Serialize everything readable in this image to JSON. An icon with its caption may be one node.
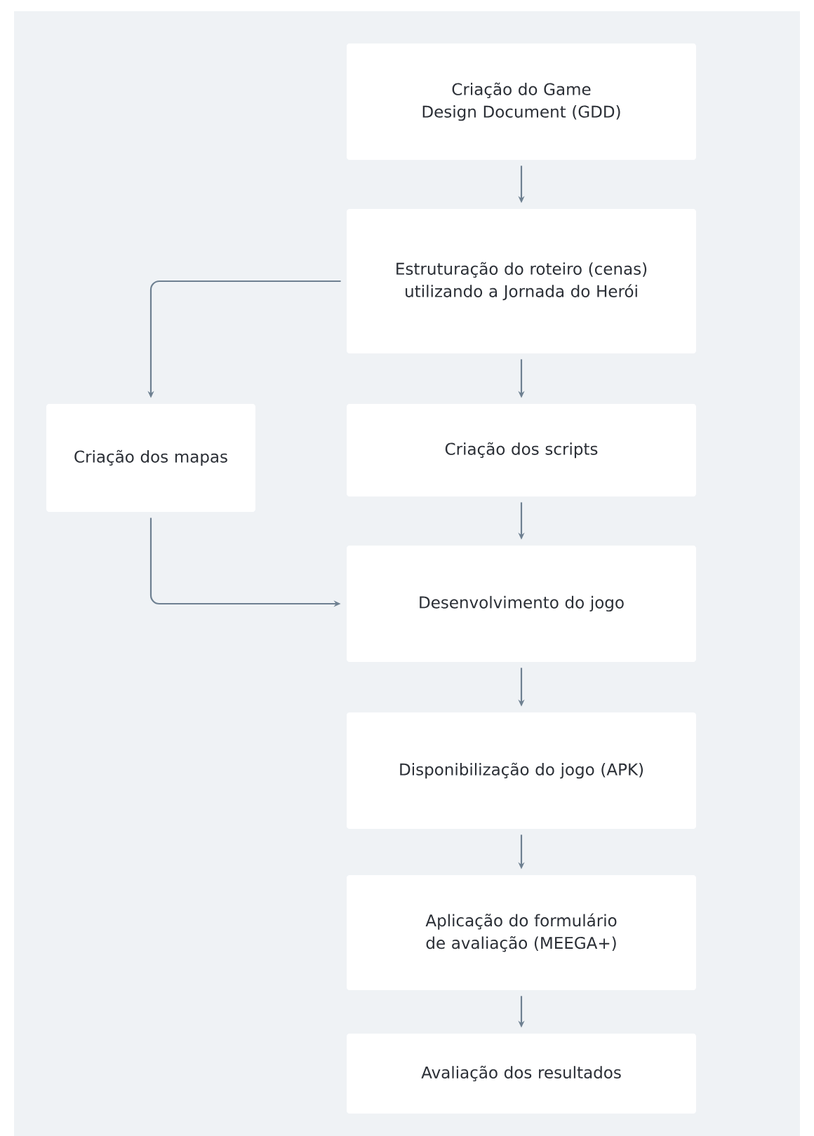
{
  "diagram": {
    "nodes": [
      {
        "text": [
          "Criação do Game Design Document (GDD)"
        ]
      },
      {
        "text": [
          "Estruturação do roteiro (cenas) utilizando a Jornada do Herói"
        ]
      },
      {
        "text": [
          "Criação dos mapas"
        ]
      },
      {
        "text": [
          "Criação dos scripts"
        ]
      },
      {
        "text": [
          "Desenvolvimento do jogo"
        ]
      },
      {
        "text": [
          "Disponibilização do jogo (APK)"
        ]
      },
      {
        "text": [
          "Aplicação do formulário de avaliação (MEEGA+)"
        ]
      },
      {
        "text": [
          "Avaliação dos resultados"
        ]
      }
    ],
    "edges": [
      {
        "from": 0,
        "to": 1,
        "arrow": "to"
      },
      {
        "from": 1,
        "to": 2,
        "arrow": "to"
      },
      {
        "from": 1,
        "to": 3,
        "arrow": "to"
      },
      {
        "from": 2,
        "to": 4,
        "arrow": "to"
      },
      {
        "from": 3,
        "to": 4,
        "arrow": "to"
      },
      {
        "from": 4,
        "to": 5,
        "arrow": "to"
      },
      {
        "from": 5,
        "to": 6,
        "arrow": "to"
      },
      {
        "from": 6,
        "to": 7,
        "arrow": "to"
      }
    ]
  }
}
